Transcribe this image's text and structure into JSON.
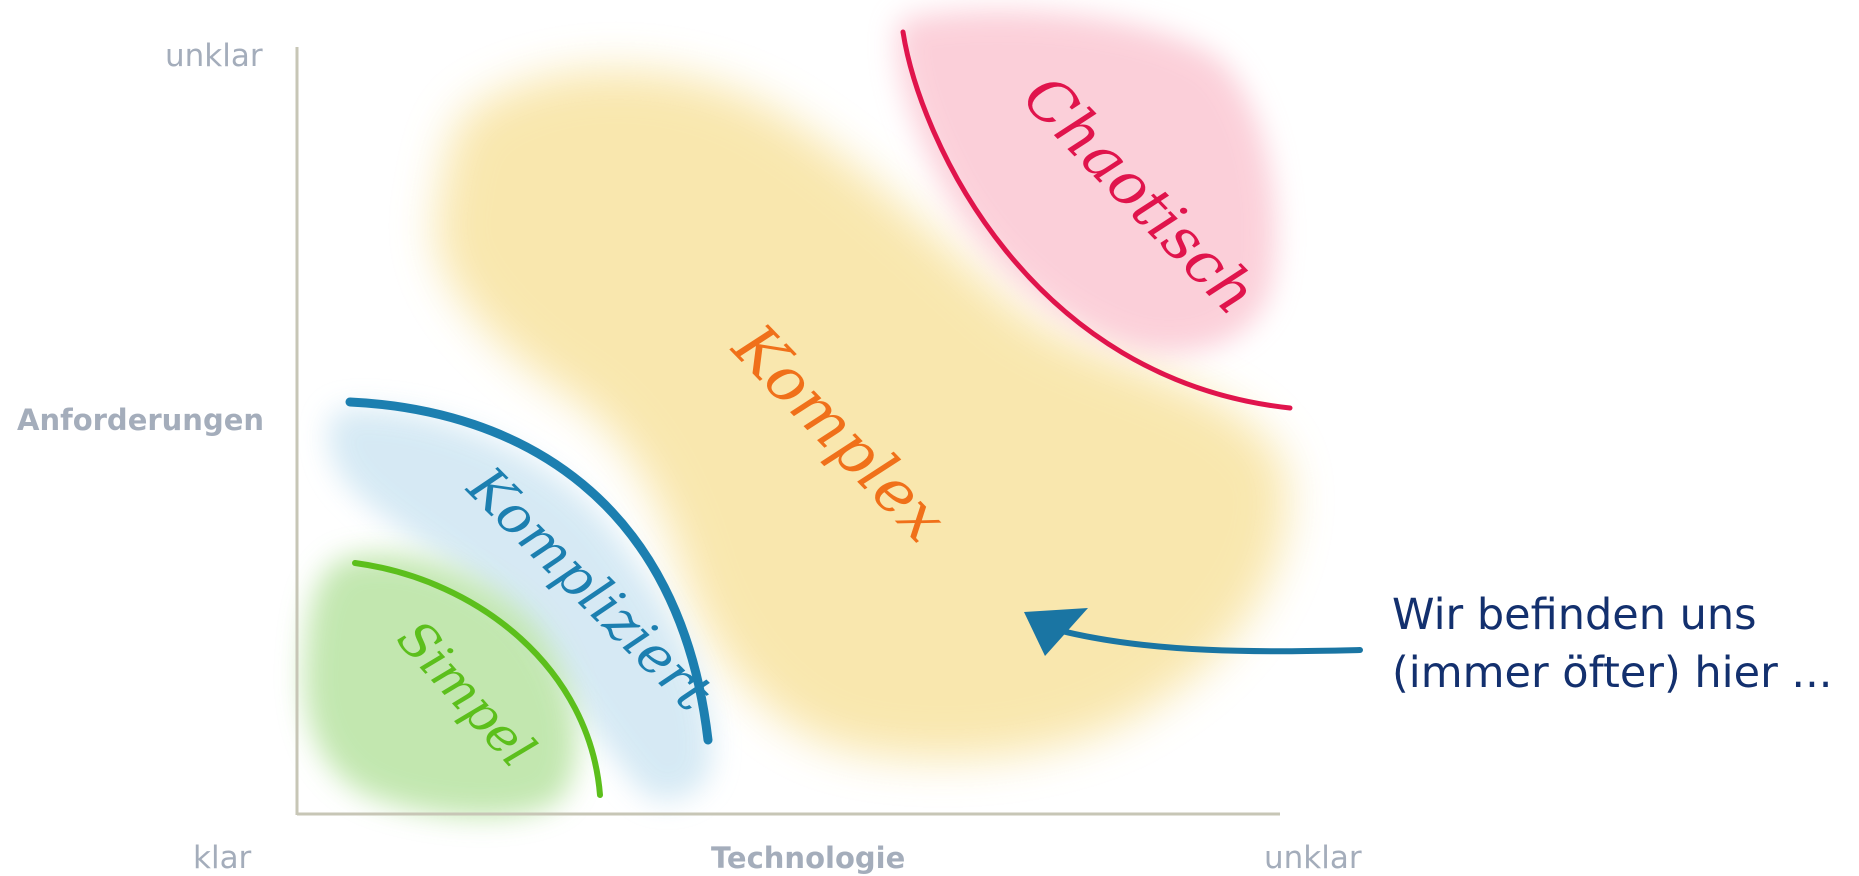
{
  "axes": {
    "y_top": "unklar",
    "y_title": "Anforderungen",
    "x_left": "klar",
    "x_title": "Technologie",
    "x_right": "unklar"
  },
  "zones": {
    "simple": {
      "label": "Simpel",
      "color": "#5cbf1c",
      "fill": "#b8e3a2"
    },
    "complicated": {
      "label": "Kompliziert",
      "color": "#1c7fb0",
      "fill": "#cfe6f3"
    },
    "complex": {
      "label": "Komplex",
      "color": "#f0701a",
      "fill": "#f8e3a0"
    },
    "chaotic": {
      "label": "Chaotisch",
      "color": "#e0144c",
      "fill": "#fbc4d0"
    }
  },
  "callout": {
    "line1": "Wir befinden uns",
    "line2": "(immer öfter) hier ...",
    "color": "#13306e",
    "arrow_color": "#1a75a3"
  }
}
